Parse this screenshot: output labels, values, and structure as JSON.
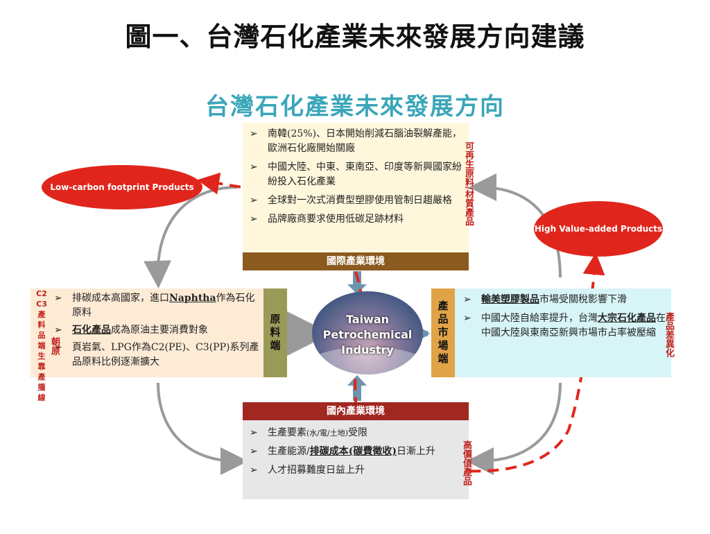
{
  "title": "圖一、台灣石化產業未來發展方向建議",
  "subtitle": "台灣石化產業未來發展方向",
  "international": {
    "bullets": [
      "南韓(25%)、日本開始削減石腦油裂解產能，歐洲石化廠開始關廠",
      "中國大陸、中東、東南亞、印度等新興國家紛紛投入石化產業",
      "全球對一次式消費型塑膠使用管制日趨嚴格",
      "品牌廠商要求使用低碳足跡材料"
    ],
    "bar_label": "國際產業環境"
  },
  "feedstock": {
    "b1_pre": "排碳成本高國家，進口",
    "b1_bold": "Naphtha",
    "b1_post": "作為石化原料",
    "b2_bold": "石化產品",
    "b2_post": "成為原油主要消費對象",
    "b3": "頁岩氣、LPG作為C2(PE)、C3(PP)系列產品原料比例逐漸擴大",
    "bar_label": "原料端"
  },
  "market": {
    "bar_label": "產品市場端",
    "b1_bold": "輸美塑膠製品",
    "b1_post": "市場受關稅影響下滑",
    "b2_pre": "中國大陸自給率提升，台灣",
    "b2_bold": "大宗石化產品",
    "b2_post": "在中國大陸與東南亞新興市場市占率被壓縮"
  },
  "domestic": {
    "bar_label": "國內產業環境",
    "b1_pre": "生產要素",
    "b1_small": "(水/電/土地)",
    "b1_post": "受限",
    "b2_pre": "生產能源/",
    "b2_bold": "排碳成本(碳費徵收)",
    "b2_post": "日漸上升",
    "b3": "人才招募難度日益上升"
  },
  "center": {
    "line1": "Taiwan",
    "line2": "Petrochemical",
    "line3": "Industry"
  },
  "labels": {
    "renewable": "可再生原料/材質產品",
    "c2c3_line1": "C2",
    "c2c3_line2": "C3",
    "c2c3_line3": "產料",
    "c2c3_line4": "品端",
    "c2c3_line5": "生靠",
    "c2c3_line6": "產攏",
    "c2c3_line7": "線",
    "c2c3_right": "朝原",
    "differentiation": "產品差異化",
    "high_value_products": "高價值產品"
  },
  "ellipses": {
    "low_carbon": "Low-carbon footprint Products",
    "high_value": "High Value-added Products"
  },
  "colors": {
    "title_teal": "#3aa6b9",
    "red_accent": "#e0261c",
    "top_box": "#fff7dc",
    "left_box": "#fdebd6",
    "right_box": "#d7f4f6",
    "bottom_box": "#e7e7e7"
  },
  "icons": {
    "bullet": "arrowhead-bullet-icon"
  }
}
